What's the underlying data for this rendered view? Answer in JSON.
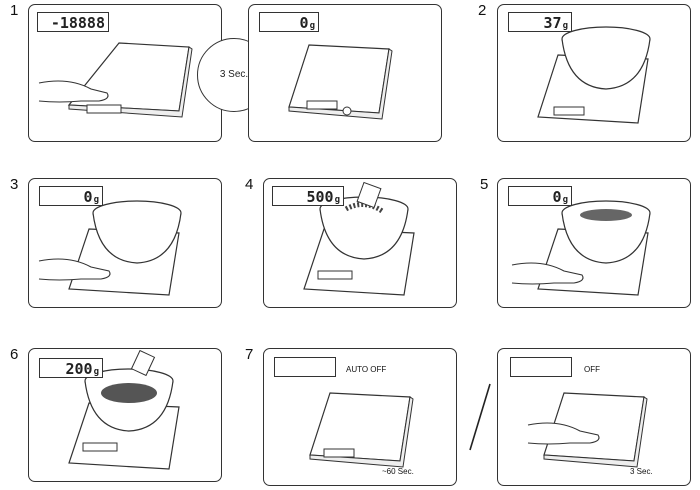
{
  "steps": {
    "s1": {
      "num": "1",
      "display": "-18888",
      "unit": ""
    },
    "s1b": {
      "display": "0",
      "unit": "g"
    },
    "timer": {
      "label": "3 Sec."
    },
    "s2": {
      "num": "2",
      "display": "37",
      "unit": "g"
    },
    "s3": {
      "num": "3",
      "display": "0",
      "unit": "g"
    },
    "s4": {
      "num": "4",
      "display": "500",
      "unit": "g"
    },
    "s5": {
      "num": "5",
      "display": "0",
      "unit": "g"
    },
    "s6": {
      "num": "6",
      "display": "200",
      "unit": "g"
    },
    "s7": {
      "num": "7",
      "display": "",
      "label": "AUTO OFF",
      "time": "~60 Sec."
    },
    "s7b": {
      "display": "",
      "label": "OFF",
      "time": "3 Sec."
    }
  },
  "colors": {
    "line": "#333333",
    "beans": "#444444"
  }
}
